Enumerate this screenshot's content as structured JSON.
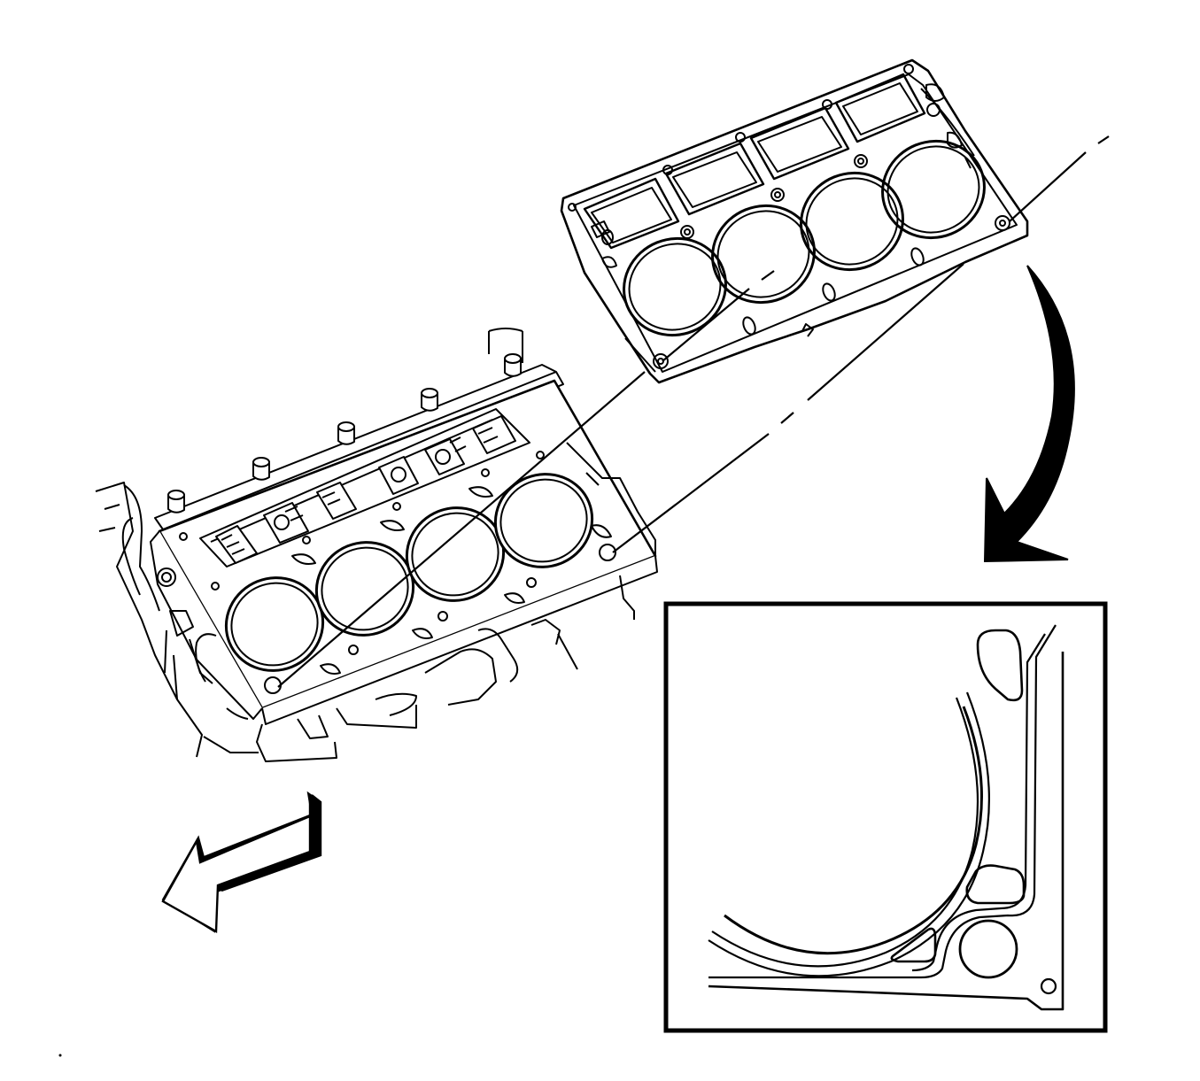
{
  "diagram": {
    "colors": {
      "ink": "#000000",
      "paper": "#ffffff"
    },
    "parts": {
      "block": "engine-block-cylinder-bank",
      "gasket": "cylinder-head-gasket",
      "detail": "gasket-corner-detail-inset"
    },
    "cylinder_count": 4,
    "arrows": {
      "install": "curved-install-arrow-icon",
      "front": "front-of-engine-arrow-icon"
    }
  }
}
